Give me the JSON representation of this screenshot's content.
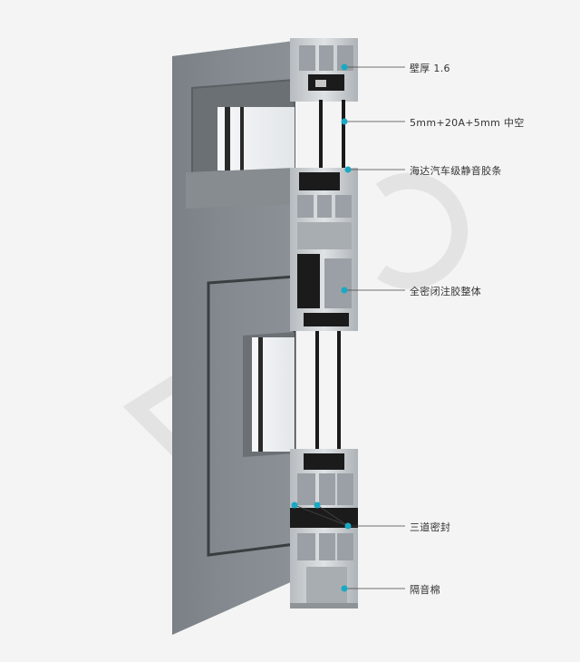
{
  "colors": {
    "background": "#f4f4f4",
    "frame_face": "#7f858a",
    "frame_side": "#9aa0a4",
    "frame_dark": "#5a5f63",
    "profile_silver": "#c9cdd1",
    "profile_shadow": "#8e9398",
    "gasket_black": "#1a1a1a",
    "glass": "#e8ecef",
    "callout_dot": "#19a9c4",
    "callout_line": "#444444",
    "watermark": "#dcdcdc"
  },
  "callouts": [
    {
      "id": "wall-thickness",
      "label": "壁厚 1.6"
    },
    {
      "id": "glass-spec",
      "label": "5mm+20A+5mm 中空"
    },
    {
      "id": "gasket",
      "label": "海达汽车级静音胶条"
    },
    {
      "id": "foam",
      "label": "全密闭注胶整体"
    },
    {
      "id": "triple-seal",
      "label": "三道密封"
    },
    {
      "id": "thermal-break",
      "label": "隔音棉"
    }
  ]
}
